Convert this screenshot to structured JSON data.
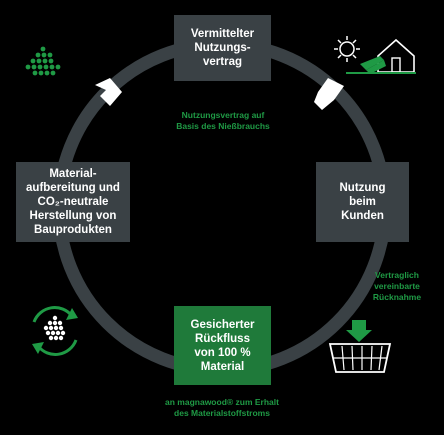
{
  "boxes": {
    "top": [
      "Vermittelter",
      "Nutzungs-",
      "vertrag"
    ],
    "right": [
      "Nutzung",
      "beim",
      "Kunden"
    ],
    "bottom": [
      "Gesicherter",
      "Rückfluss",
      "von 100 %",
      "Material"
    ],
    "left": [
      "Material-",
      "aufbereitung und",
      "CO₂-neutrale",
      "Herstellung von",
      "Bauprodukten"
    ]
  },
  "labels": {
    "top": [
      "Nutzungsvertrag auf",
      "Basis des Nießbrauchs"
    ],
    "right": [
      "Vertraglich",
      "vereinbarte",
      "Rücknahme"
    ],
    "bottom": [
      "an magnawood® zum Erhalt",
      "des Materialstoffstroms"
    ]
  },
  "colors": {
    "background": "#000000",
    "ring": "#3a4145",
    "box": "#3a4145",
    "box_highlight": "#1f7a3a",
    "accent_green": "#1f9a45",
    "arrow_white": "#ffffff"
  },
  "icons": [
    "material-dots-icon",
    "sun-house-icon",
    "recycle-icon",
    "basket-return-icon"
  ]
}
